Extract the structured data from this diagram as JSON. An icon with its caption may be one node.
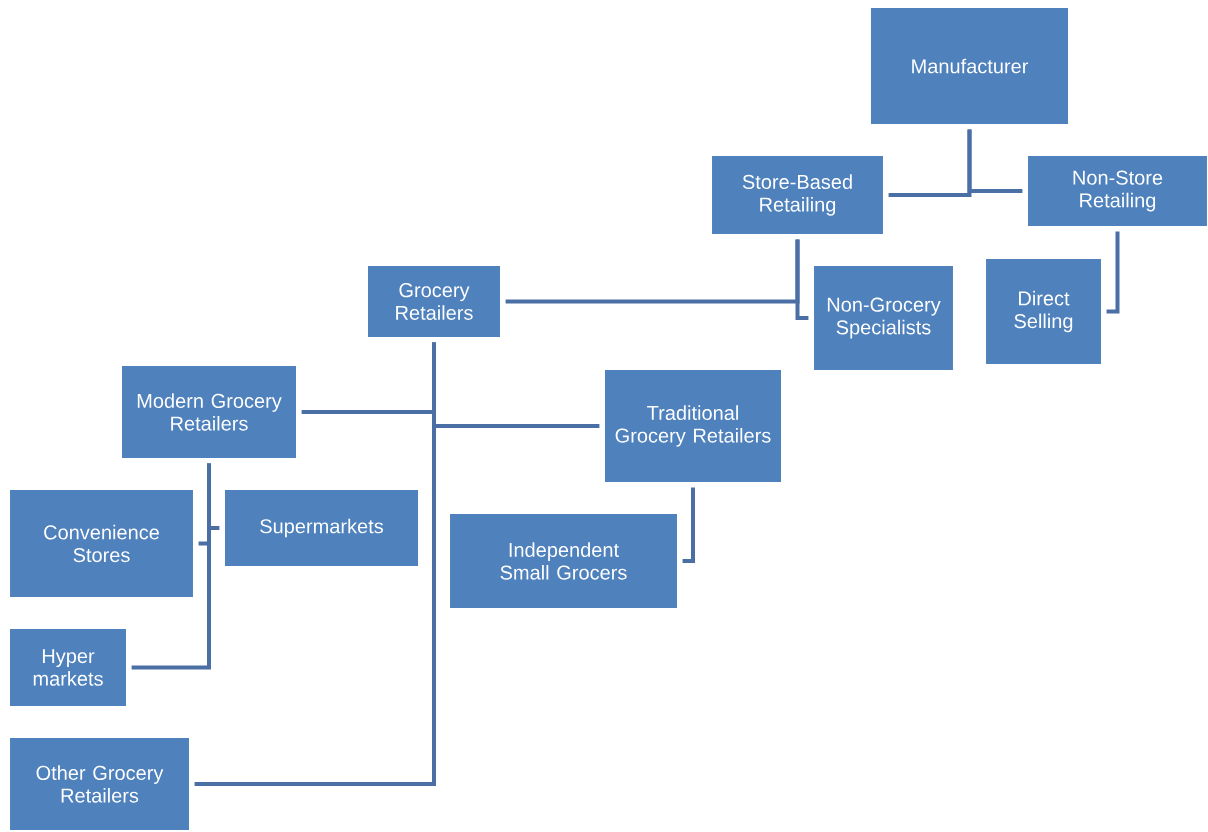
{
  "diagram": {
    "nodes": [
      {
        "text": [
          "Manufacturer"
        ]
      },
      {
        "text": [
          "Store-Based Retailing"
        ]
      },
      {
        "text": [
          "Non-Store Retailing"
        ]
      },
      {
        "text": [
          "Grocery Retailers"
        ]
      },
      {
        "text": [
          "Non-Grocery Specialists"
        ]
      },
      {
        "text": [
          "Direct Selling"
        ]
      },
      {
        "text": [
          "Modern Grocery Retailers"
        ]
      },
      {
        "text": [
          "Traditional Grocery Retailers"
        ]
      },
      {
        "text": [
          "Convenience Stores"
        ]
      },
      {
        "text": [
          "Supermarkets"
        ]
      },
      {
        "text": [
          "Independent Small Grocers"
        ]
      },
      {
        "text": [
          "Hyper markets"
        ]
      },
      {
        "text": [
          "Other Grocery Retailers"
        ]
      }
    ],
    "edges": [
      {
        "from": 0,
        "to": 1,
        "arrow": "none"
      },
      {
        "from": 0,
        "to": 2,
        "arrow": "none"
      },
      {
        "from": 1,
        "to": 3,
        "arrow": "none"
      },
      {
        "from": 1,
        "to": 4,
        "arrow": "none"
      },
      {
        "from": 2,
        "to": 5,
        "arrow": "none"
      },
      {
        "from": 3,
        "to": 6,
        "arrow": "none"
      },
      {
        "from": 3,
        "to": 7,
        "arrow": "none"
      },
      {
        "from": 3,
        "to": 12,
        "arrow": "none"
      },
      {
        "from": 6,
        "to": 8,
        "arrow": "none"
      },
      {
        "from": 6,
        "to": 9,
        "arrow": "none"
      },
      {
        "from": 6,
        "to": 11,
        "arrow": "none"
      },
      {
        "from": 7,
        "to": 10,
        "arrow": "none"
      }
    ]
  }
}
